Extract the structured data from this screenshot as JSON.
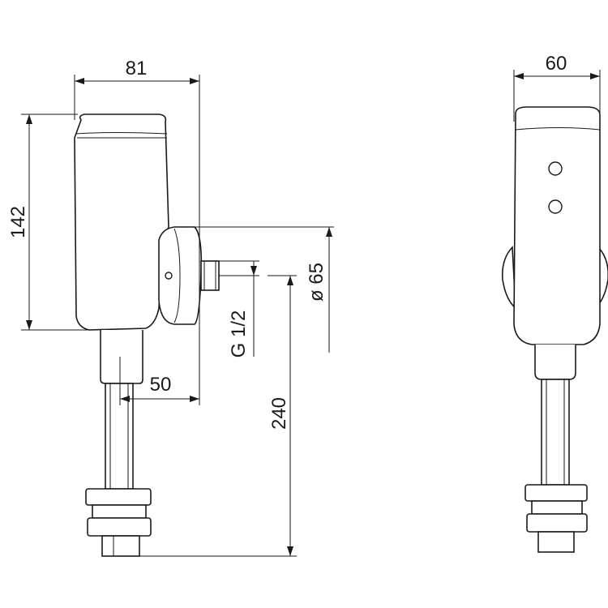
{
  "dimensions": {
    "width_side": "81",
    "height": "142",
    "depth_pipe": "50",
    "thread": "G 1/2",
    "diameter": "ø 65",
    "drop_length": "240",
    "width_front": "60"
  },
  "sensor_indicators": 2
}
